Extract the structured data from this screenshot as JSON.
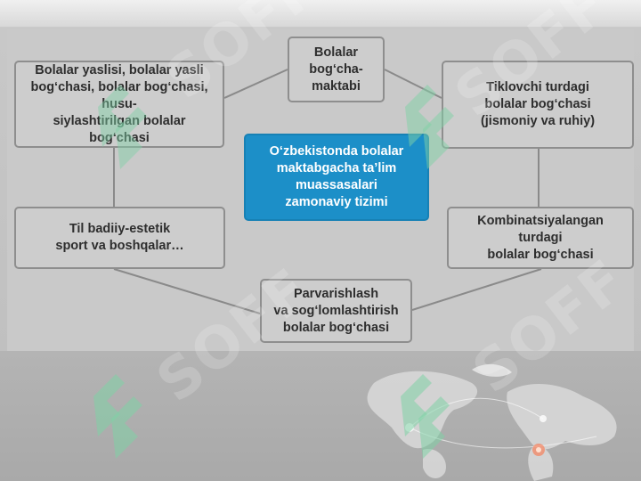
{
  "center_node": {
    "text": "O‘zbekistonda bolalar\nmaktabgacha ta’lim\nmuassasalari\nzamonaviy tizimi"
  },
  "nodes": {
    "top": "Bolalar\nbog‘cha-\nmaktabi",
    "top_left": "Bolalar yaslisi, bolalar yasli\nbog‘chasi, bolalar bog‘chasi, husu-\nsiylashtirilgan bolalar\nbog‘chasi",
    "top_right": "Tiklovchi turdagi\nbolalar bog‘chasi\n(jismoniy va ruhiy)",
    "mid_left": "Til badiiy-estetik\nsport va boshqalar…",
    "mid_right": "Kombinatsiyalangan\nturdagi\nbolalar bog‘chasi",
    "bottom": "Parvarishlash\nva sog‘lomlashtirish\nbolalar bog‘chasi"
  },
  "watermark": {
    "text": "SOFF"
  },
  "colors": {
    "center_fill": "#1c8fc8",
    "node_fill": "#cdcdcd",
    "node_border": "#8e8e8e",
    "panel": "#c9c9c9",
    "watermark_green": "#7fd1a6"
  }
}
